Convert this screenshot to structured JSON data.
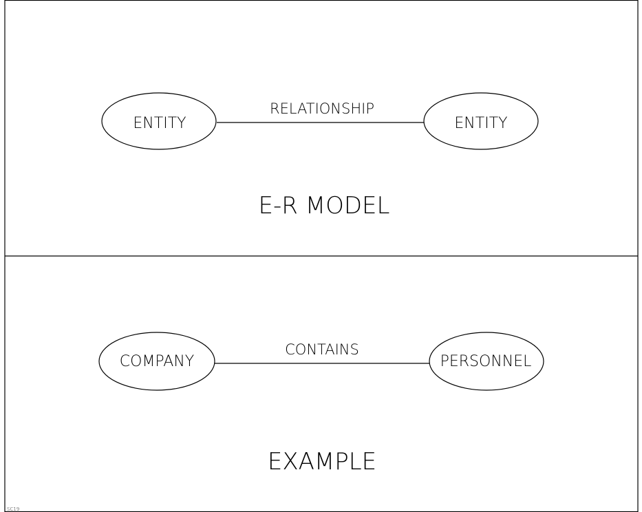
{
  "top_panel": {
    "left_entity": "ENTITY",
    "relationship": "RELATIONSHIP",
    "right_entity": "ENTITY",
    "caption": "E-R MODEL"
  },
  "bottom_panel": {
    "left_entity": "COMPANY",
    "relationship": "CONTAINS",
    "right_entity": "PERSONNEL",
    "caption": "EXAMPLE"
  },
  "corner_code": "SC19"
}
